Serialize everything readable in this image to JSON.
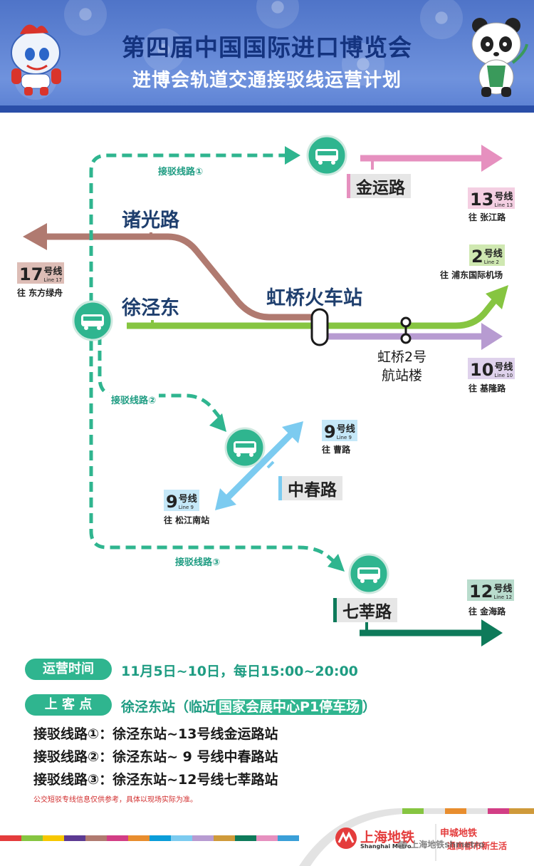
{
  "header": {
    "title": "第四届中国国际进口博览会",
    "subtitle": "进博会轨道交通接驳线运营计划"
  },
  "colors": {
    "line13": "#e690bf",
    "line17": "#b07a70",
    "line2": "#86c541",
    "line10": "#b79bd1",
    "line9": "#7ccbf0",
    "line12": "#0e7a5a",
    "shuttle": "#2fb58f"
  },
  "stations": {
    "zhuguang": "诸光路",
    "xujingdong": "徐泾东",
    "hongqiao_rail": "虹桥火车站",
    "hongqiao_t2": "虹桥2号\n航站楼",
    "jinyun": "金运路",
    "zhongchun": "中春路",
    "qixin": "七莘路"
  },
  "routes": {
    "r1": "接驳线路①",
    "r2": "接驳线路②",
    "r3": "接驳线路③"
  },
  "lines": {
    "l13": {
      "num": "13",
      "hx": "号线",
      "en": "Line 13",
      "dir": "往 张江路"
    },
    "l17": {
      "num": "17",
      "hx": "号线",
      "en": "Line 17",
      "dir": "往 东方绿舟"
    },
    "l2": {
      "num": "2",
      "hx": "号线",
      "en": "Line 2",
      "dir": "往 浦东国际机场"
    },
    "l10": {
      "num": "10",
      "hx": "号线",
      "en": "Line 10",
      "dir": "往 基隆路"
    },
    "l9a": {
      "num": "9",
      "hx": "号线",
      "en": "Line 9",
      "dir": "往 曹路"
    },
    "l9b": {
      "num": "9",
      "hx": "号线",
      "en": "Line 9",
      "dir": "往 松江南站"
    },
    "l12": {
      "num": "12",
      "hx": "号线",
      "en": "Line 12",
      "dir": "往 金海路"
    }
  },
  "info": {
    "time_label": "运营时间",
    "time_value": "11月5日~10日，每日15:00~20:00",
    "pickup_label": "上 客 点",
    "pickup_value_a": "徐泾东站（临近",
    "pickup_value_b": "国家会展中心P1停车场",
    "pickup_value_c": "）",
    "route_lines": [
      "接驳线路①：徐泾东站~13号线金运路站",
      "接驳线路②：徐泾东站~ 9 号线中春路站",
      "接驳线路③：徐泾东站~12号线七莘路站"
    ],
    "note": "公交短驳专线信息仅供参考，具体以现场实际为准。"
  },
  "footer": {
    "brand_cn": "上海地铁",
    "brand_en": "Shanghai Metro",
    "slogan1": "申城地铁",
    "slogan2": "通商都市新生活",
    "watermark": "上海地铁shmetro"
  },
  "icons": {
    "bus": "bus-icon",
    "mascot_left": "robot-mascot-icon",
    "mascot_right": "panda-mascot-icon",
    "metro_logo": "shanghai-metro-logo-icon",
    "wechat": "wechat-icon"
  }
}
